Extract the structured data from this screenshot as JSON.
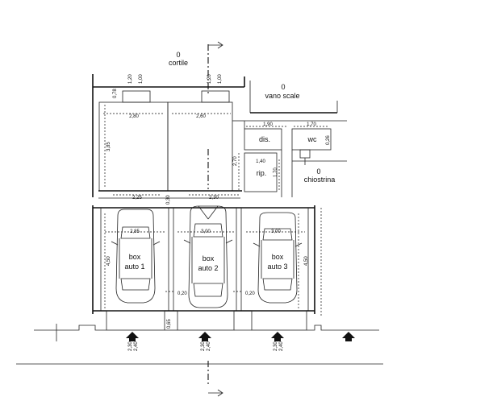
{
  "labels": {
    "cortile_level": "0",
    "cortile": "cortile",
    "vano_level": "0",
    "vano_scale": "vano scale",
    "chiostrina_level": "0",
    "chiostrina": "chiostrina",
    "dis": "dis.",
    "wc": "wc",
    "rip": "rip.",
    "box1_a": "box",
    "box1_b": "auto 1",
    "box2_a": "box",
    "box2_b": "auto 2",
    "box3_a": "box",
    "box3_b": "auto 3"
  },
  "dims": {
    "d120a": "1,20",
    "d100a": "1,00",
    "d120b": "1,20",
    "d100b": "1,00",
    "d078": "0,78",
    "d280a": "2,80",
    "d260": "2,60",
    "d385": "3,85",
    "d190": "1,90",
    "d170": "1,70",
    "d026": "0,26",
    "d270": "2,70",
    "d140": "1,40",
    "d170v": "1,70",
    "d225": "2,25",
    "d030": "0,30",
    "d230": "2,30",
    "d285": "2,85",
    "d300a": "3,00",
    "d300b": "3,00",
    "d450a": "4,50",
    "d450b": "4,50",
    "d020a": "0,20",
    "d020b": "0,20",
    "d065": "0,65",
    "e230a": "2,30",
    "e240a": "2,40",
    "e230b": "2,30",
    "e240b": "2,40",
    "e230c": "2,30",
    "e240c": "2,40"
  }
}
